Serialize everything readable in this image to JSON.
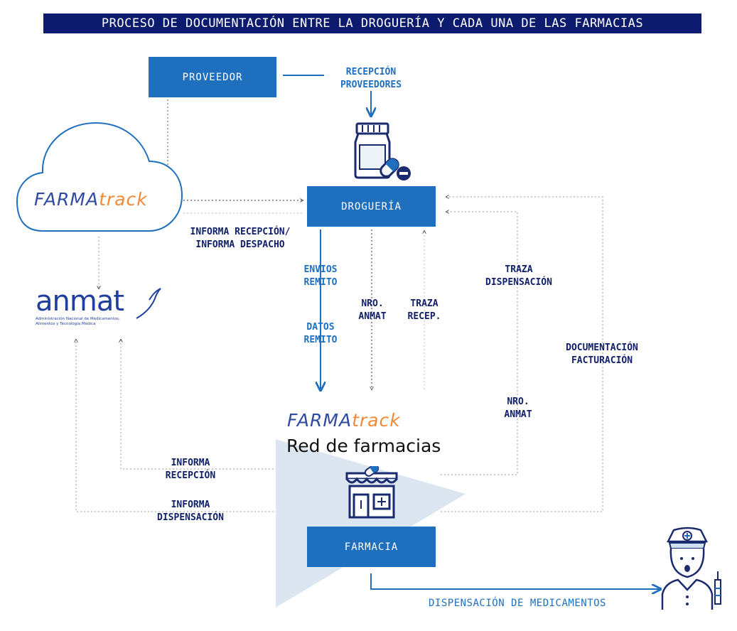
{
  "title": "PROCESO DE DOCUMENTACIÓN ENTRE LA DROGUERÍA Y CADA UNA DE LAS FARMACIAS",
  "nodes": {
    "proveedor": "PROVEEDOR",
    "drogueria": "DROGUERÍA",
    "farmacia": "FARMACIA"
  },
  "logos": {
    "farmatrack_main": "FARMA",
    "farmatrack_sub": "track",
    "anmat": "anmat",
    "anmat_sub_1": "Administración Nacional de Medicamentos,",
    "anmat_sub_2": "Alimentos y Tecnología Médica"
  },
  "red_farmacias": "Red de farmacias",
  "labels": {
    "recepcion_proveedores_1": "RECEPCIÓN",
    "recepcion_proveedores_2": "PROVEEDORES",
    "informa_recepcion_despacho_1": "INFORMA RECEPCIÓN/",
    "informa_recepcion_despacho_2": "INFORMA DESPACHO",
    "envios_remito_1": "ENVIOS",
    "envios_remito_2": "REMITO",
    "datos_remito_1": "DATOS",
    "datos_remito_2": "REMITO",
    "nro_anmat_1a": "NRO.",
    "nro_anmat_1b": "ANMAT",
    "traza_recep_1": "TRAZA",
    "traza_recep_2": "RECEP.",
    "traza_dispensacion_1": "TRAZA",
    "traza_dispensacion_2": "DISPENSACIÓN",
    "documentacion_facturacion_1": "DOCUMENTACIÓN",
    "documentacion_facturacion_2": "FACTURACIÓN",
    "nro_anmat_2a": "NRO.",
    "nro_anmat_2b": "ANMAT",
    "informa_recepcion_1": "INFORMA",
    "informa_recepcion_2": "RECEPCIÓN",
    "informa_dispensacion_1": "INFORMA",
    "informa_dispensacion_2": "DISPENSACIÓN",
    "dispensacion_medicamentos": "DISPENSACIÓN DE MEDICAMENTOS"
  },
  "colors": {
    "title_bg": "#0d1b6e",
    "box_bg": "#1f6fbf",
    "label_blue": "#1f6fbf",
    "label_navy": "#10206b",
    "triangle": "#dbe6f1",
    "farma_blue": "#2f4ba0",
    "track_orange": "#f08a3a"
  },
  "icons": [
    "cloud-icon",
    "medicine-bottle-icon",
    "pharmacy-store-icon",
    "nurse-icon"
  ]
}
